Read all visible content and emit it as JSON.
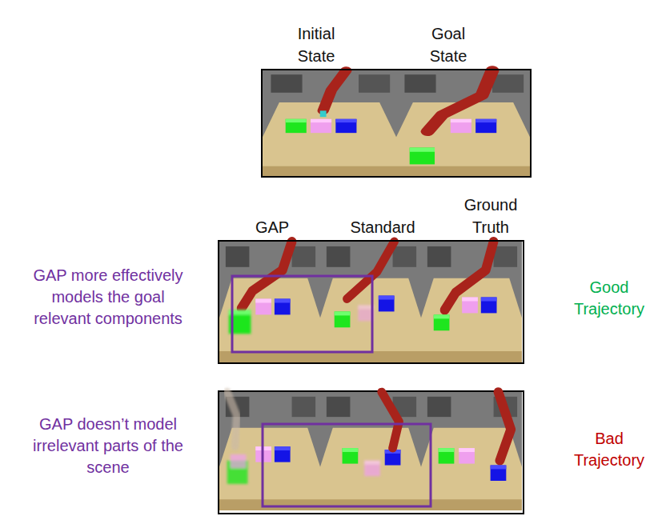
{
  "diagram": {
    "nodes": [
      {
        "text": [
          "Initial State",
          "Goal State"
        ]
      },
      {
        "text": [
          "GAP",
          "Standard",
          "Ground Truth"
        ]
      }
    ],
    "labels": [
      "GAP more effectively models the goal relevant components",
      "Good Trajectory",
      "GAP doesn’t model irrelevant parts of the scene",
      "Bad Trajectory"
    ]
  }
}
